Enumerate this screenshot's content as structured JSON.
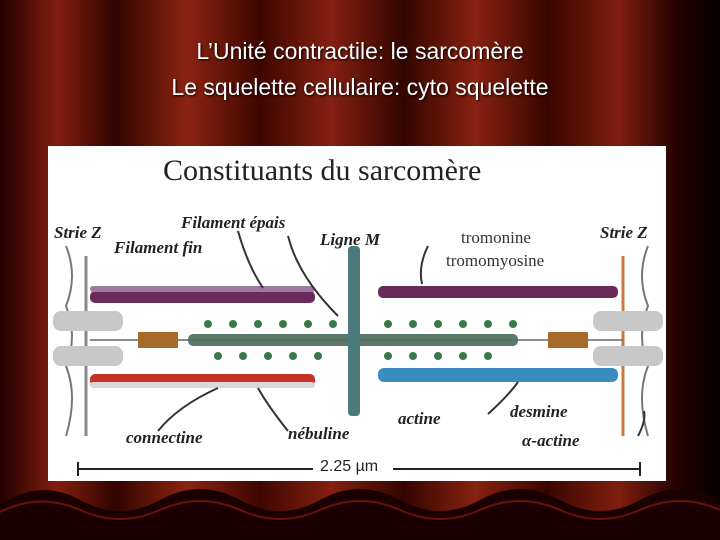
{
  "slide": {
    "title_line1": "L’Unité contractile: le sarcomère",
    "title_line2": "Le squelette cellulaire: cyto squelette"
  },
  "figure": {
    "heading": "Constituants du sarcomère",
    "labels": {
      "strie_z_left": "Strie Z",
      "strie_z_right": "Strie Z",
      "filament_epais": "Filament épais",
      "filament_fin": "Filament fin",
      "ligne_m": "Ligne M",
      "tromonine": "tromonine",
      "tromomyosine": "tromomyosine",
      "connectine": "connectine",
      "nebuline": "nébuline",
      "actine": "actine",
      "desmine": "desmine",
      "alpha_actine": "α-actine"
    },
    "scale_bar": "2.25 µm"
  },
  "colors": {
    "curtain_dark": "#2a0000",
    "curtain_red": "#8a1a10",
    "purple_filament": "#6a2a5a",
    "blue_filament": "#3a8cc0",
    "red_filament": "#c8302a",
    "myosin_green": "#3a7a4a"
  }
}
